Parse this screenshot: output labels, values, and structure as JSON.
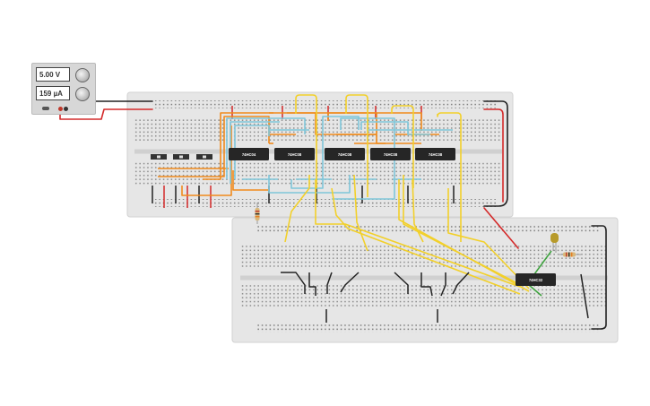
{
  "power_supply": {
    "voltage_display": "5.00 V",
    "current_display": "159 µA",
    "icon": "power-supply-icon"
  },
  "breadboards": [
    {
      "name": "upper-breadboard"
    },
    {
      "name": "lower-breadboard"
    }
  ],
  "chips": [
    {
      "id": "chip-1",
      "label": "74HC04"
    },
    {
      "id": "chip-2",
      "label": "74HC08"
    },
    {
      "id": "chip-3",
      "label": "74HC08"
    },
    {
      "id": "chip-4",
      "label": "74HC08"
    },
    {
      "id": "chip-5",
      "label": "74HC08"
    },
    {
      "id": "chip-6",
      "label": "74HC32"
    }
  ],
  "colors": {
    "board": "#e6e6e6",
    "wire_yellow": "#f2d02a",
    "wire_orange": "#f08a1c",
    "wire_blue": "#7fc6d9",
    "wire_red": "#d42a2a",
    "wire_black": "#222222",
    "wire_green": "#3fa33f",
    "chip": "#262626"
  }
}
